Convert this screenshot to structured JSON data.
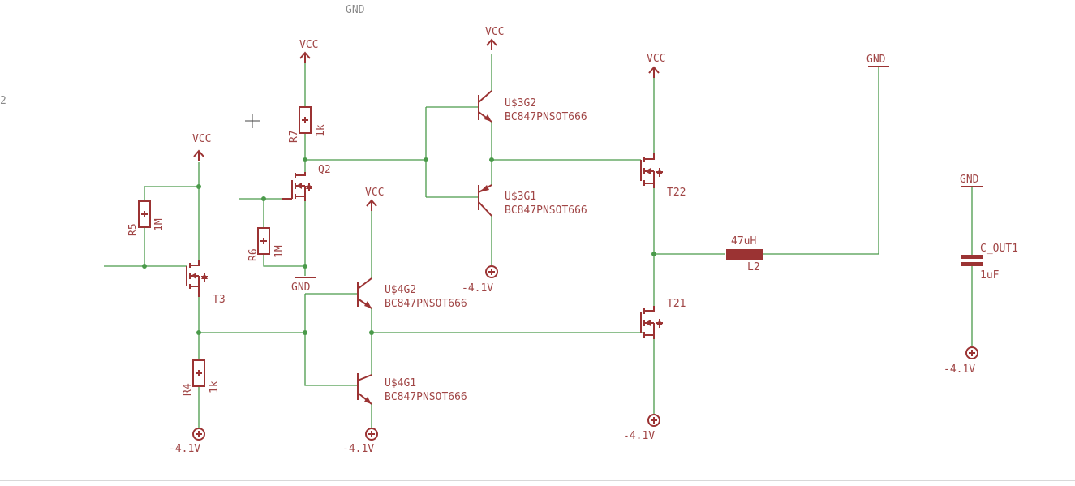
{
  "labels": {
    "gnd_top": "GND",
    "edge_text": "2",
    "vcc": "VCC",
    "gnd": "GND",
    "neg_supply": "-4.1V"
  },
  "resistors": {
    "r7": {
      "name": "R7",
      "value": "1k"
    },
    "r5": {
      "name": "R5",
      "value": "1M"
    },
    "r6": {
      "name": "R6",
      "value": "1M"
    },
    "r4": {
      "name": "R4",
      "value": "1k"
    }
  },
  "transistors": {
    "q2": {
      "name": "Q2"
    },
    "t3": {
      "name": "T3"
    },
    "t22": {
      "name": "T22"
    },
    "t21": {
      "name": "T21"
    },
    "u3g2": {
      "name": "U$3G2",
      "part": "BC847PNSOT666"
    },
    "u3g1": {
      "name": "U$3G1",
      "part": "BC847PNSOT666"
    },
    "u4g2": {
      "name": "U$4G2",
      "part": "BC847PNSOT666"
    },
    "u4g1": {
      "name": "U$4G1",
      "part": "BC847PNSOT666"
    }
  },
  "inductor": {
    "name": "L2",
    "value": "47uH"
  },
  "capacitor": {
    "name": "C_OUT1",
    "value": "1uF"
  },
  "colors": {
    "wire": "#4a9a4a",
    "component": "#9b3333",
    "label": "#a04545",
    "background": "#ffffff"
  }
}
